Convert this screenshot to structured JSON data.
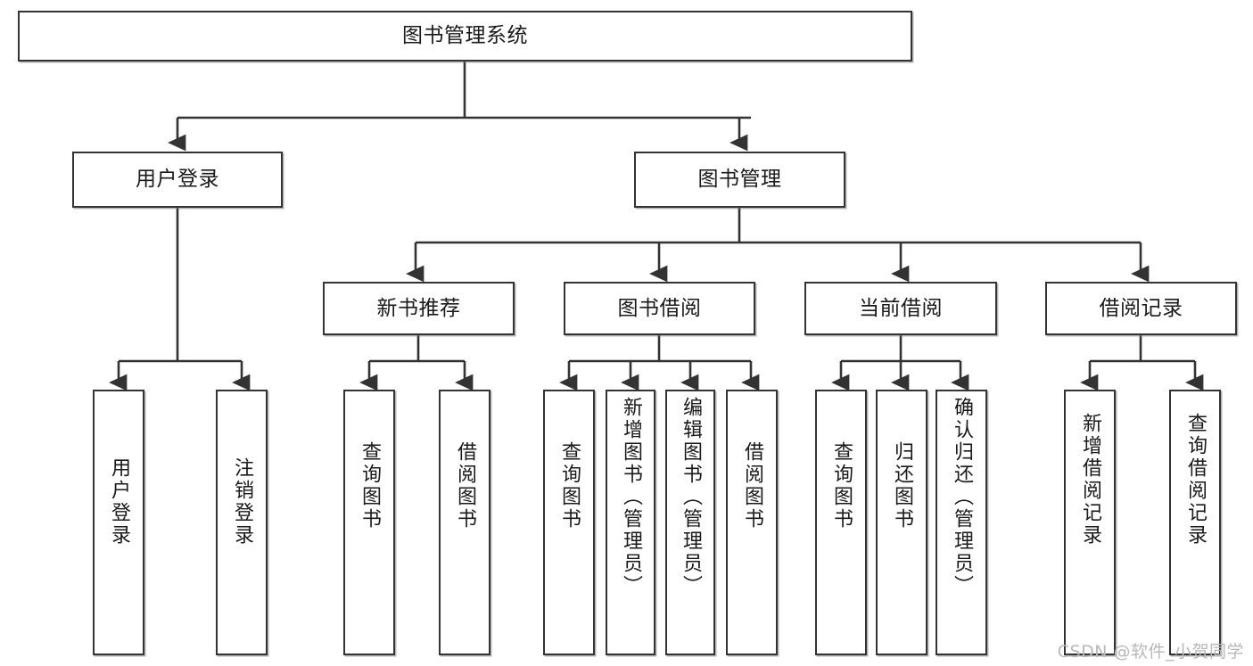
{
  "diagram": {
    "type": "tree-hierarchy",
    "title": "图书管理系统",
    "watermark": "CSDN @软件_小贺同学",
    "colors": {
      "background": "#ffffff",
      "node_border": "#333333",
      "node_fill": "#ffffff",
      "edge": "#333333",
      "text": "#1a1a1a",
      "watermark": "#b8b8b8"
    },
    "nodes": {
      "root": {
        "label": "图书管理系统",
        "level": 1
      },
      "user_login": {
        "label": "用户登录",
        "level": 2
      },
      "book_manage": {
        "label": "图书管理",
        "level": 2
      },
      "new_book_rec": {
        "label": "新书推荐",
        "level": 3
      },
      "book_borrow": {
        "label": "图书借阅",
        "level": 3
      },
      "current_borrow": {
        "label": "当前借阅",
        "level": 3
      },
      "borrow_record": {
        "label": "借阅记录",
        "level": 3
      },
      "leaf_user_login": {
        "label": "用户登录",
        "level": 4
      },
      "leaf_logout": {
        "label": "注销登录",
        "level": 4
      },
      "leaf_query_book_1": {
        "label": "查询图书",
        "level": 4
      },
      "leaf_borrow_book_1": {
        "label": "借阅图书",
        "level": 4
      },
      "leaf_query_book_2": {
        "label": "查询图书",
        "level": 4
      },
      "leaf_add_book": {
        "label": "新增图书（管理员）",
        "level": 4
      },
      "leaf_edit_book": {
        "label": "编辑图书（管理员）",
        "level": 4
      },
      "leaf_borrow_book_2": {
        "label": "借阅图书",
        "level": 4
      },
      "leaf_query_book_3": {
        "label": "查询图书",
        "level": 4
      },
      "leaf_return_book": {
        "label": "归还图书",
        "level": 4
      },
      "leaf_confirm_return": {
        "label": "确认归还（管理员）",
        "level": 4
      },
      "leaf_add_record": {
        "label": "新增借阅记录",
        "level": 4
      },
      "leaf_query_record": {
        "label": "查询借阅记录",
        "level": 4
      }
    },
    "edges": [
      {
        "from": "root",
        "to": "user_login"
      },
      {
        "from": "root",
        "to": "book_manage"
      },
      {
        "from": "user_login",
        "to": "leaf_user_login"
      },
      {
        "from": "user_login",
        "to": "leaf_logout"
      },
      {
        "from": "book_manage",
        "to": "new_book_rec"
      },
      {
        "from": "book_manage",
        "to": "book_borrow"
      },
      {
        "from": "book_manage",
        "to": "current_borrow"
      },
      {
        "from": "book_manage",
        "to": "borrow_record"
      },
      {
        "from": "new_book_rec",
        "to": "leaf_query_book_1"
      },
      {
        "from": "new_book_rec",
        "to": "leaf_borrow_book_1"
      },
      {
        "from": "book_borrow",
        "to": "leaf_query_book_2"
      },
      {
        "from": "book_borrow",
        "to": "leaf_add_book"
      },
      {
        "from": "book_borrow",
        "to": "leaf_edit_book"
      },
      {
        "from": "book_borrow",
        "to": "leaf_borrow_book_2"
      },
      {
        "from": "current_borrow",
        "to": "leaf_query_book_3"
      },
      {
        "from": "current_borrow",
        "to": "leaf_return_book"
      },
      {
        "from": "current_borrow",
        "to": "leaf_confirm_return"
      },
      {
        "from": "borrow_record",
        "to": "leaf_add_record"
      },
      {
        "from": "borrow_record",
        "to": "leaf_query_record"
      }
    ]
  }
}
